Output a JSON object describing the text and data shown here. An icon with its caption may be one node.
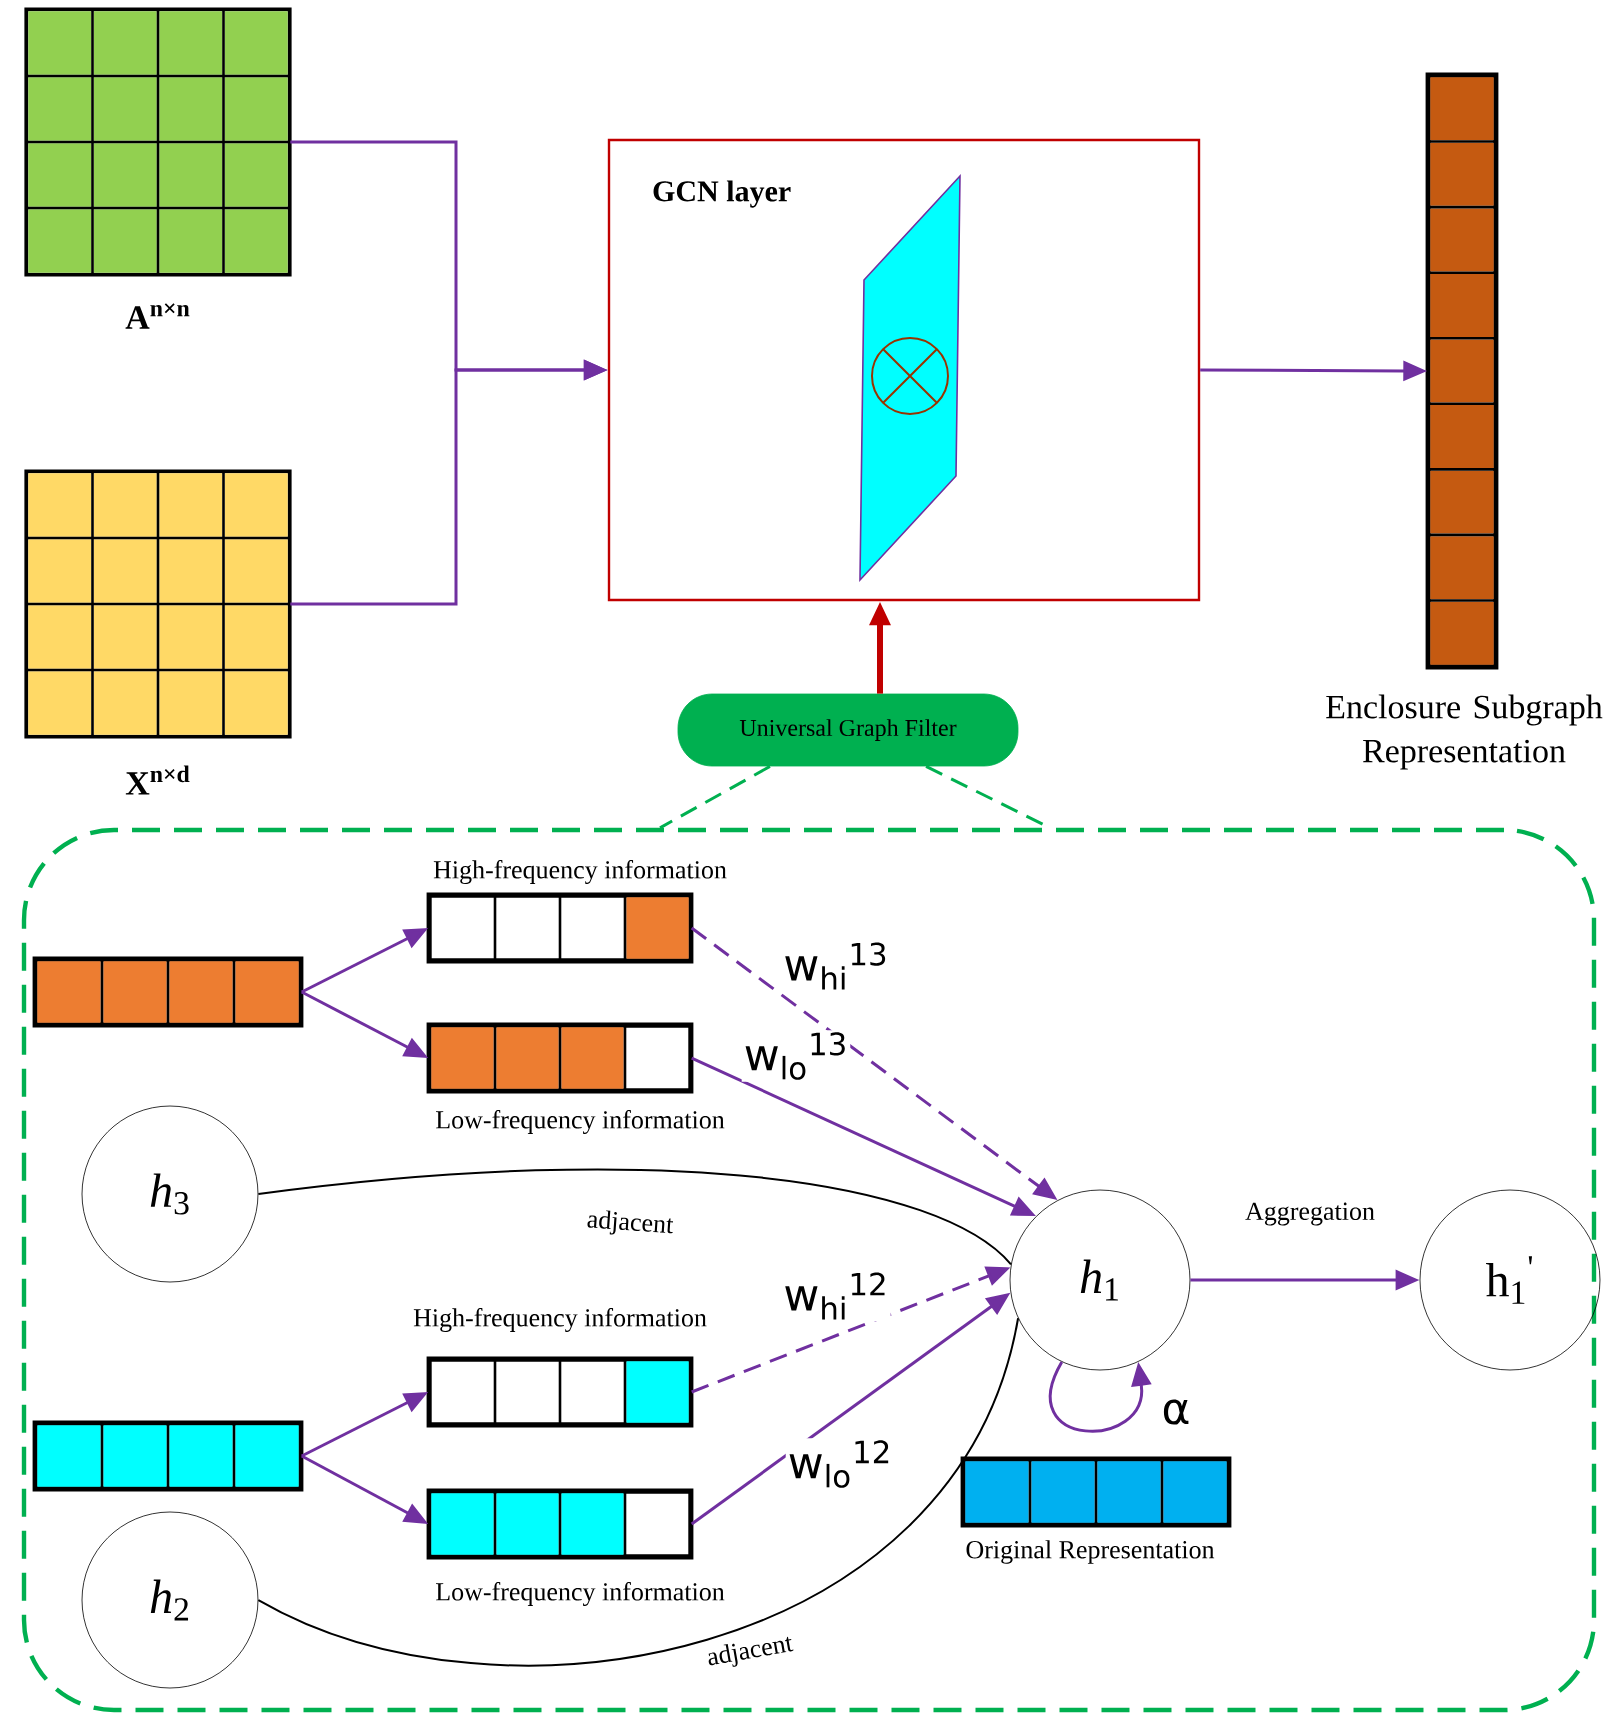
{
  "diagram": {
    "nodes": [
      {
        "text": [],
        "shape": "box",
        "beside": [
          "A$^{n×n}$"
        ]
      },
      {
        "text": [],
        "shape": "box",
        "beside": [
          "X$^{n×d}$"
        ]
      },
      {
        "text": [
          "GCN layer"
        ]
      },
      {
        "text": [],
        "shape": "bar",
        "beside": [
          "Enclosure Subgraph Representation"
        ]
      },
      {
        "text": [
          "Universal Graph Filter"
        ]
      },
      {
        "text": [],
        "shape": "box"
      },
      {
        "text": [],
        "shape": "bar",
        "in": 5
      },
      {
        "text": [],
        "shape": "bar",
        "in": 5,
        "beside": [
          "High-frequency information"
        ]
      },
      {
        "text": [],
        "shape": "bar",
        "in": 5,
        "beside": [
          "Low-frequency information"
        ]
      },
      {
        "text": [
          "*h*$_{3}$"
        ],
        "in": 5
      },
      {
        "text": [],
        "shape": "bar",
        "in": 5
      },
      {
        "text": [],
        "shape": "bar",
        "in": 5,
        "beside": [
          "High-frequency information"
        ]
      },
      {
        "text": [],
        "shape": "bar",
        "in": 5,
        "beside": [
          "Low-frequency information"
        ]
      },
      {
        "text": [
          "*h*$_{2}$"
        ],
        "in": 5
      },
      {
        "text": [
          "*h*$_{1}$"
        ],
        "in": 5
      },
      {
        "text": [
          "h$_{1}$$^{'}$"
        ],
        "in": 5
      },
      {
        "text": [],
        "shape": "bar",
        "in": 5,
        "beside": [
          "Original Representation"
        ]
      }
    ],
    "edges": [
      {
        "from": 0,
        "to": 2,
        "arrow": "to"
      },
      {
        "from": 1,
        "to": 2,
        "arrow": "to"
      },
      {
        "from": 2,
        "to": 3,
        "arrow": "to"
      },
      {
        "from": 4,
        "to": 2,
        "arrow": "to",
        "style": "thick",
        "color": "#c00000"
      },
      {
        "from": 4,
        "to": 5,
        "arrow": "none",
        "style": "dashed",
        "color": "#00b050"
      },
      {
        "from": 4,
        "to": 5,
        "arrow": "none",
        "style": "dashed",
        "color": "#00b050"
      },
      {
        "from": 6,
        "to": 7,
        "arrow": "to"
      },
      {
        "from": 6,
        "to": 8,
        "arrow": "to"
      },
      {
        "from": 7,
        "to": 14,
        "arrow": "to",
        "style": "dashed",
        "label": "w$_{hi}$$^{13}$"
      },
      {
        "from": 8,
        "to": 14,
        "arrow": "to",
        "label": "w$_{lo}$$^{13}$"
      },
      {
        "from": 9,
        "to": 14,
        "arrow": "none",
        "color": "#000000",
        "label": "adjacent"
      },
      {
        "from": 10,
        "to": 11,
        "arrow": "to"
      },
      {
        "from": 10,
        "to": 12,
        "arrow": "to"
      },
      {
        "from": 11,
        "to": 14,
        "arrow": "to",
        "style": "dashed",
        "label": "w$_{hi}$$^{12}$"
      },
      {
        "from": 12,
        "to": 14,
        "arrow": "to",
        "label": "w$_{lo}$$^{12}$"
      },
      {
        "from": 13,
        "to": 14,
        "arrow": "none",
        "color": "#000000",
        "label": "adjacent"
      },
      {
        "from": 14,
        "to": 15,
        "arrow": "to",
        "label": "Aggregation"
      },
      {
        "from": 14,
        "to": 14,
        "arrow": "to",
        "label": "α"
      }
    ]
  }
}
